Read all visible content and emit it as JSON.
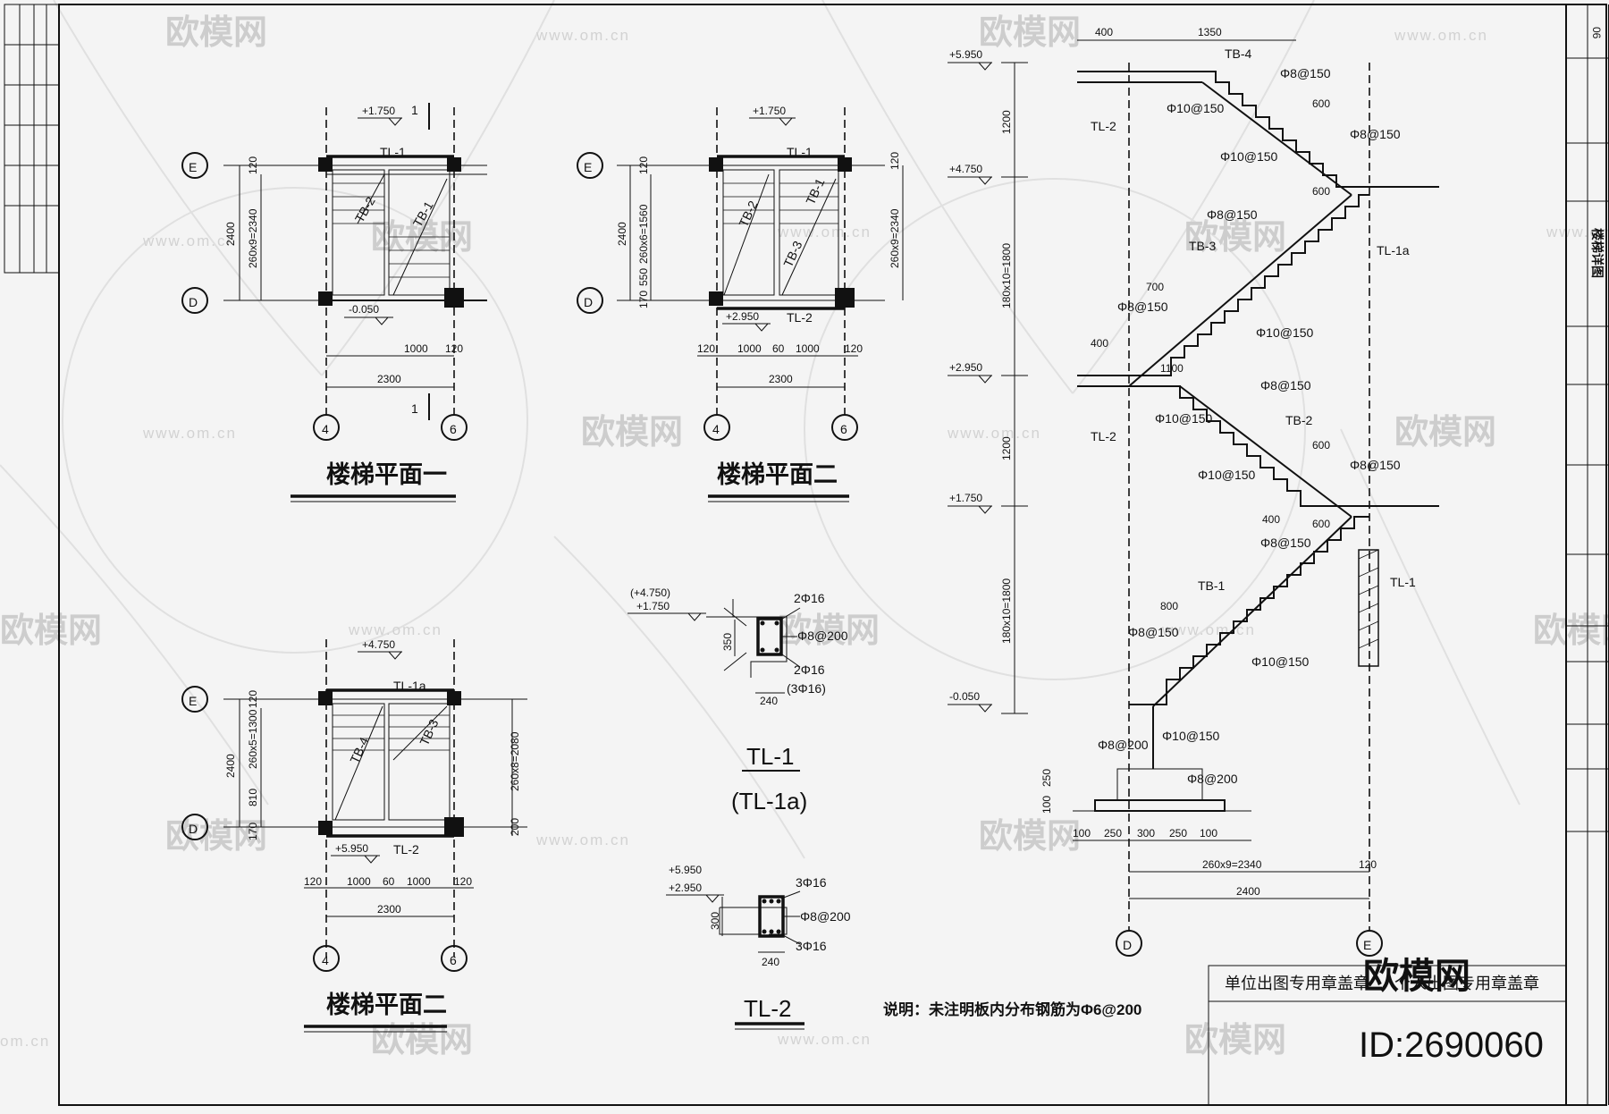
{
  "watermark": {
    "brand": "欧模网",
    "url": "www.om.cn",
    "url_partial": "om.cn",
    "id": "ID:2690060"
  },
  "plans": [
    {
      "title": "楼梯平面一",
      "axes": [
        "E",
        "D",
        "4",
        "6"
      ],
      "beam": "TL-1",
      "flights": [
        "TB-2",
        "TB-1"
      ],
      "levels": [
        "+1.750",
        "-0.050"
      ],
      "section_mark": "1",
      "dims": {
        "left": "2400",
        "right": "260x9=2340",
        "top": "120",
        "run": "1000",
        "wall": "120",
        "total": "2300"
      }
    },
    {
      "title": "楼梯平面二",
      "axes": [
        "E",
        "D",
        "4",
        "6"
      ],
      "beams": [
        "TL-1",
        "TL-2"
      ],
      "flights": [
        "TB-2",
        "TB-1",
        "TB-3"
      ],
      "levels": [
        "+1.750",
        "+2.950"
      ],
      "dims": {
        "left": "2400",
        "left_a": "260x6=1560",
        "left_b": "550",
        "left_c": "170",
        "right": "260x9=2340",
        "top": "120",
        "r1": "120",
        "r2": "1000",
        "r3": "60",
        "r4": "1000",
        "r5": "120",
        "total": "2300"
      }
    },
    {
      "title": "楼梯平面二",
      "axes": [
        "E",
        "D",
        "4",
        "6"
      ],
      "beams": [
        "TL-1a",
        "TL-2"
      ],
      "flights": [
        "TB-4",
        "TB-3"
      ],
      "levels": [
        "+4.750",
        "+5.950"
      ],
      "dims": {
        "left": "2400",
        "left_a": "260x5=1300",
        "left_b": "810",
        "left_c": "170",
        "right": "260x8=2080",
        "right_b": "200",
        "top": "120",
        "r1": "120",
        "r2": "1000",
        "r3": "60",
        "r4": "1000",
        "r5": "120",
        "total": "2300"
      }
    }
  ],
  "sections": [
    {
      "title": "TL-1",
      "subtitle": "(TL-1a)",
      "levels": [
        "(+4.750)",
        "+1.750"
      ],
      "top_bar": "2Φ16",
      "stirrup": "Φ8@200",
      "bottom_bar": "2Φ16",
      "bottom_bar_alt": "(3Φ16)",
      "height": "350",
      "width": "240"
    },
    {
      "title": "TL-2",
      "levels": [
        "+5.950",
        "+2.950"
      ],
      "top_bar": "3Φ16",
      "stirrup": "Φ8@200",
      "bottom_bar": "3Φ16",
      "height": "300",
      "width": "240"
    }
  ],
  "elevation": {
    "levels": [
      "+5.950",
      "+4.750",
      "+2.950",
      "+1.750",
      "-0.050"
    ],
    "vdims": [
      "1200",
      "180x10=1800",
      "1200",
      "180x10=1800"
    ],
    "top_dims": [
      "400",
      "1350"
    ],
    "flights": [
      "TB-4",
      "TB-3",
      "TB-2",
      "TB-1"
    ],
    "beams": [
      "TL-2",
      "TL-1a",
      "TL-2",
      "TL-1"
    ],
    "rebars": [
      "Φ8@150",
      "Φ10@150",
      "Φ8@200"
    ],
    "dims": [
      "400",
      "600",
      "700",
      "1100",
      "800",
      "400",
      "250",
      "100"
    ],
    "bottom_dims": [
      "100",
      "250",
      "300",
      "250",
      "100",
      "260x9=2340",
      "120",
      "2400"
    ],
    "axes": [
      "D",
      "E"
    ]
  },
  "note": "说明：未注明板内分布钢筋为Φ6@200",
  "stamp": "单位出图专用章盖章",
  "stamp_tail": "个人出图专用章盖章",
  "title_block": {
    "drawing_name": "楼梯详图",
    "sheet_no": "06"
  }
}
